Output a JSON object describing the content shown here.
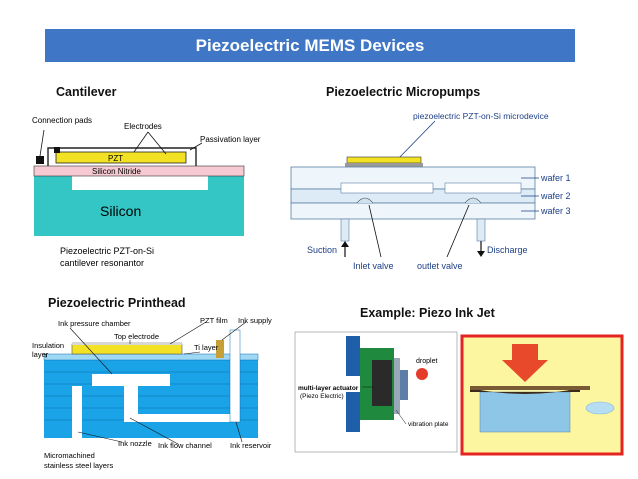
{
  "slide": {
    "title": "Piezoelectric MEMS Devices"
  },
  "cantilever": {
    "heading": "Cantilever",
    "labels": {
      "connection_pads": "Connection pads",
      "electrodes": "Electrodes",
      "passivation_layer": "Passivation layer",
      "pzt": "PZT",
      "silicon_nitride": "Silicon Nitride",
      "silicon": "Silicon",
      "caption_line1": "Piezoelectric PZT-on-Si",
      "caption_line2": "cantilever resonantor"
    },
    "colors": {
      "pzt": "#f3e224",
      "nitride": "#f6c9d3",
      "silicon": "#33c6c4"
    }
  },
  "micropumps": {
    "heading": "Piezoelectric Micropumps",
    "labels": {
      "device": "piezoelectric PZT-on-Si microdevice",
      "wafer1": "wafer 1",
      "wafer2": "wafer 2",
      "wafer3": "wafer 3",
      "suction": "Suction",
      "inlet_valve": "Inlet valve",
      "outlet_valve": "outlet valve",
      "discharge": "Discharge"
    }
  },
  "printhead": {
    "heading": "Piezoelectric Printhead",
    "labels": {
      "ink_pressure_chamber": "Ink pressure chamber",
      "pzt_film": "PZT film",
      "ink_supply": "Ink supply",
      "top_electrode": "Top electrode",
      "insulation_layer_1": "Insulation",
      "insulation_layer_2": "layer",
      "ti_layer": "Ti layer",
      "ink_nozzle": "Ink nozzle",
      "ink_flow_channel": "Ink flow channel",
      "ink_reservoir": "Ink reservoir",
      "micromachined_1": "Micromachined",
      "micromachined_2": "stainless steel layers"
    },
    "colors": {
      "steel": "#1aa3e6",
      "pzt": "#f3e224"
    }
  },
  "inkjet": {
    "heading": "Example: Piezo Ink Jet",
    "labels": {
      "droplet": "droplet",
      "actuator_1": "multi-layer actuator",
      "actuator_2": "(Piezo Electric)",
      "vibration_plate": "vibration plate"
    },
    "colors": {
      "frame": "#e52421",
      "fill": "#fdf6a0",
      "arrow": "#e8492b"
    }
  }
}
